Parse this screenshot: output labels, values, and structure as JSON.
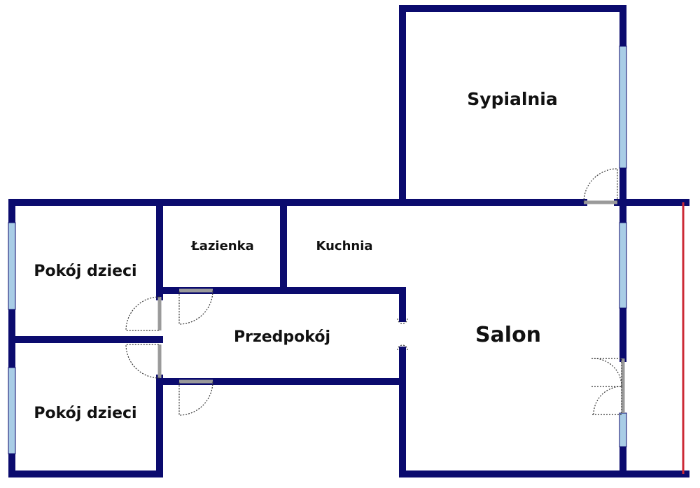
{
  "colors": {
    "wall": "#0b0b6e",
    "window": "#a9cde6",
    "balcony_rail": "#cc2a36",
    "door_swing": "#333333",
    "door_leaf": "#9a9a9a"
  },
  "rooms": {
    "sypialnia": "Sypialnia",
    "pokoj_dzieci_1": "Pokój dzieci",
    "lazienka": "Łazienka",
    "kuchnia": "Kuchnia",
    "przedpokoj": "Przedpokój",
    "salon": "Salon",
    "pokoj_dzieci_2": "Pokój dzieci"
  }
}
